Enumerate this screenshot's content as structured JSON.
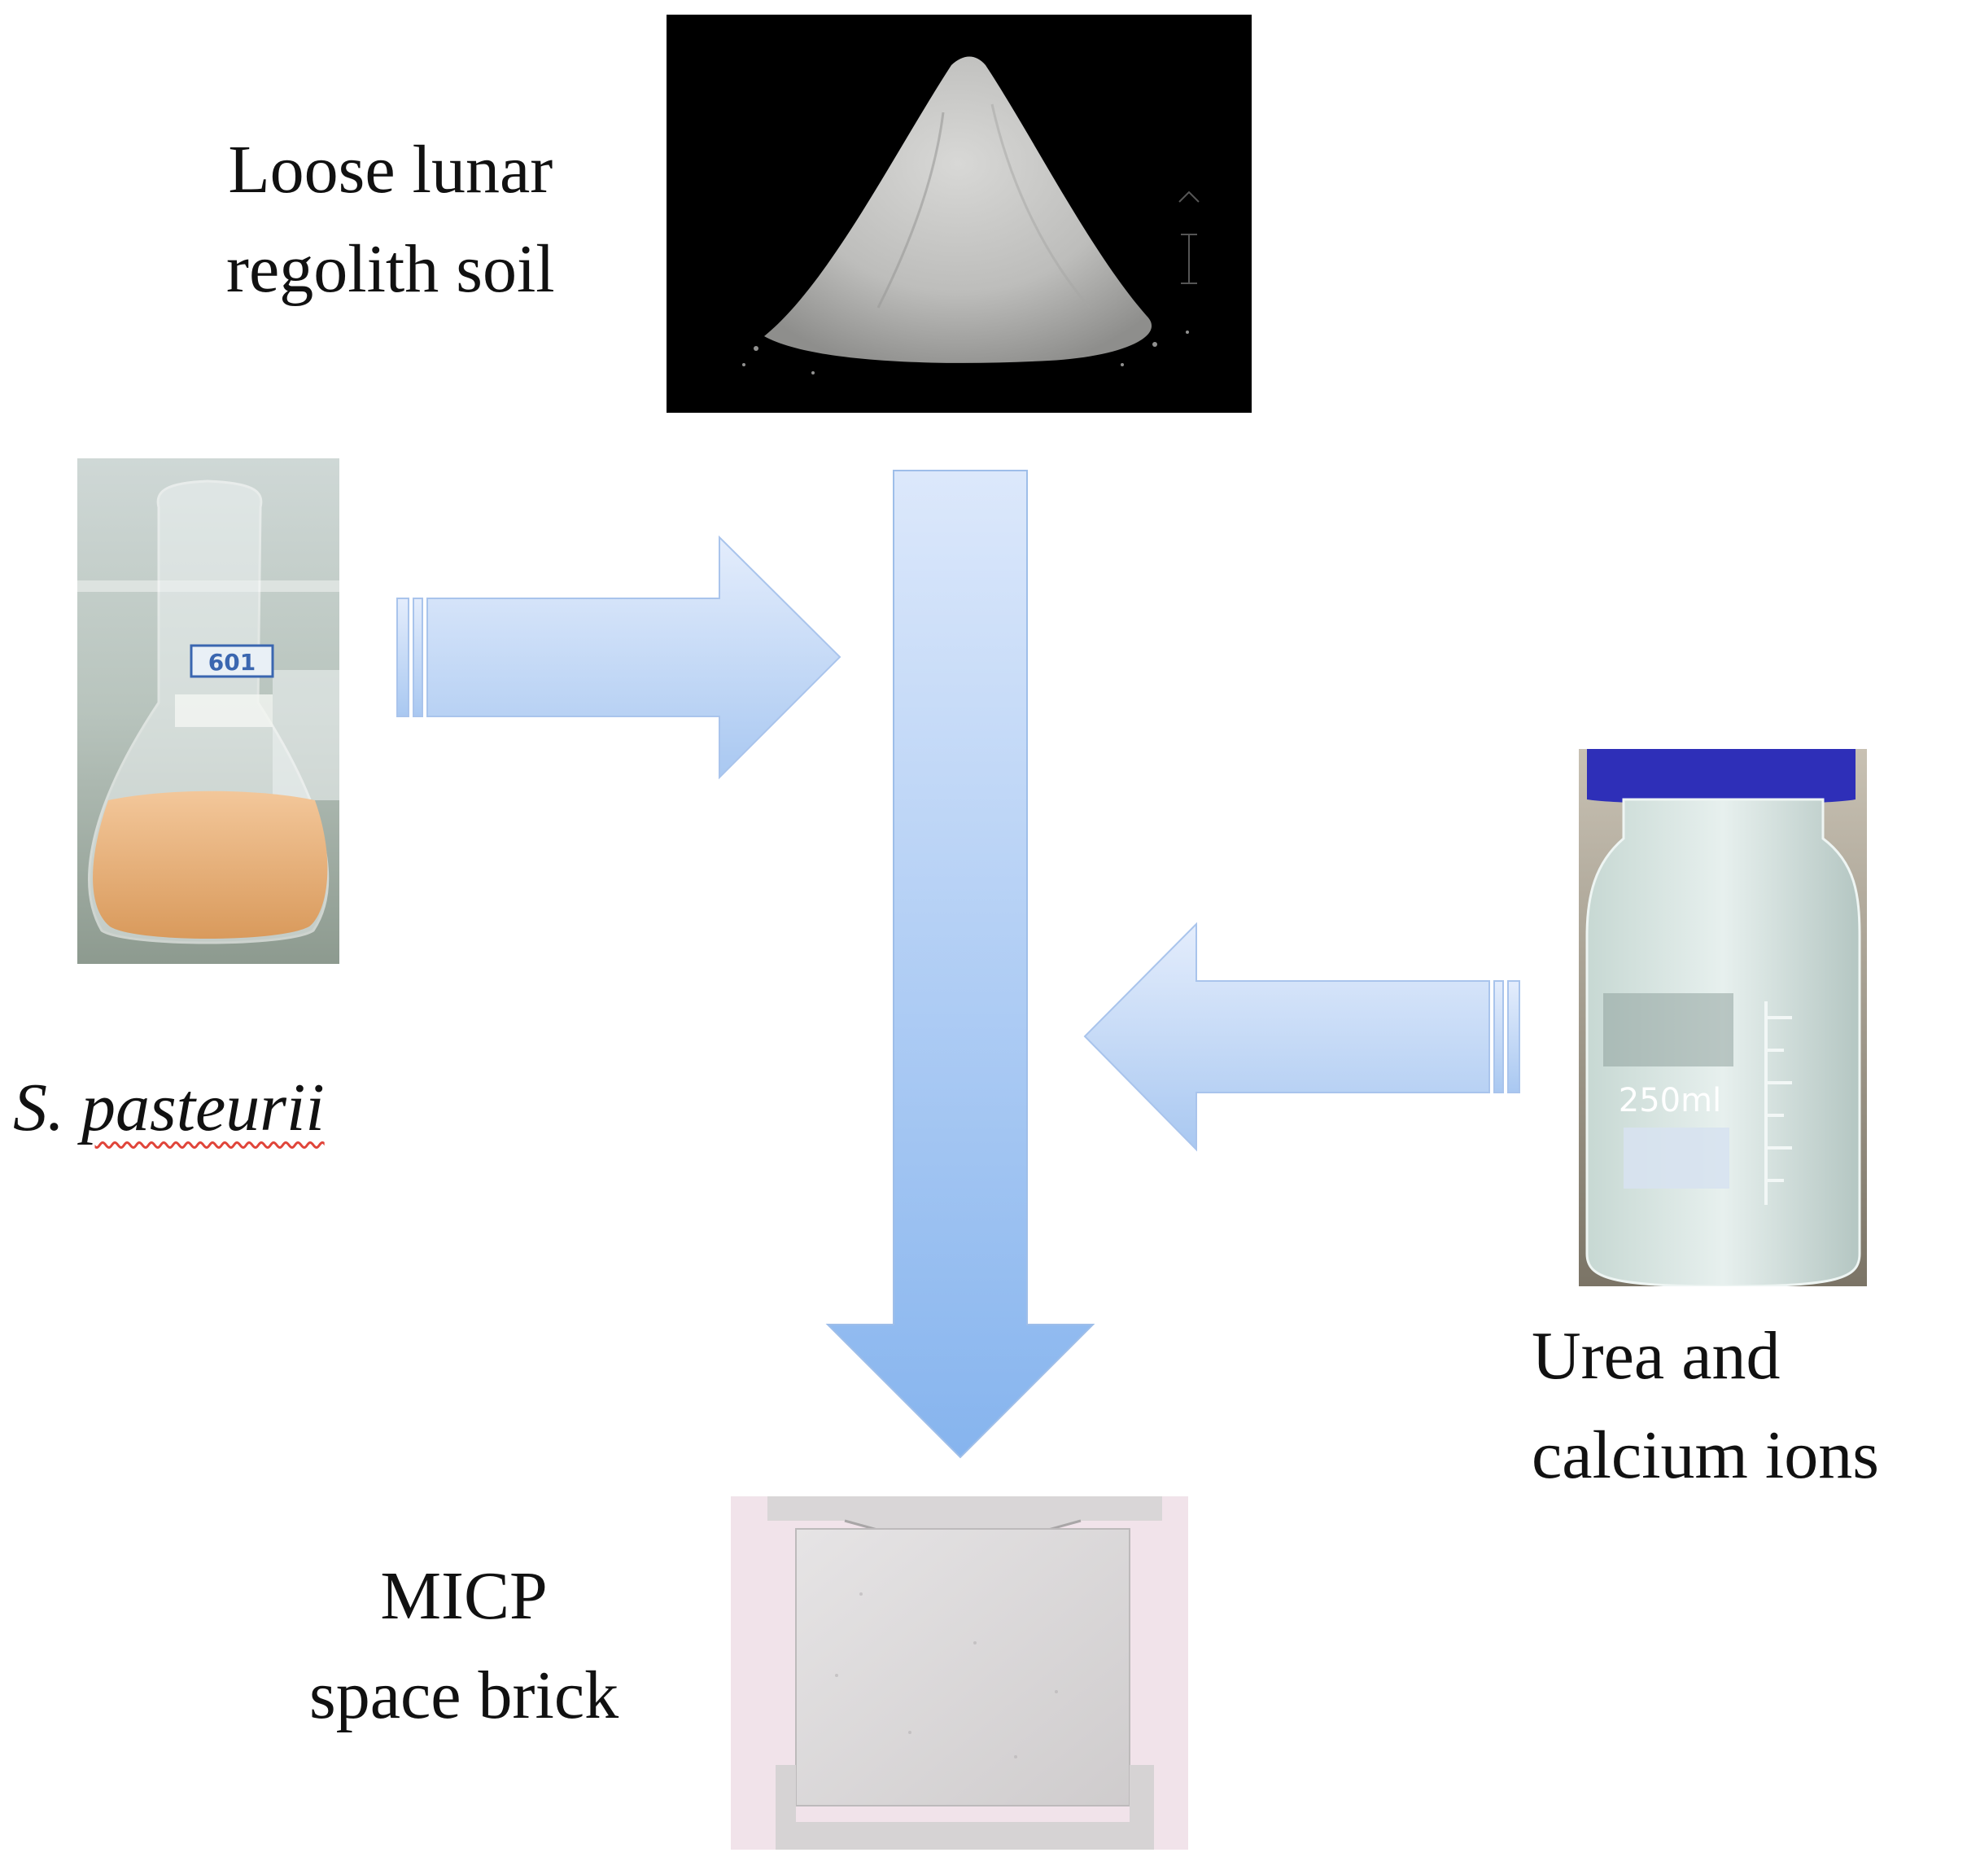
{
  "nodes": {
    "regolith": {
      "label_lines": [
        "Loose lunar",
        "regolith soil"
      ]
    },
    "bacteria": {
      "label_prefix": "S. ",
      "label_underlined": "pasteurii"
    },
    "reagents": {
      "label_lines": [
        "Urea and",
        "calcium ions"
      ],
      "bottle_text": "250ml"
    },
    "brick": {
      "label_lines": [
        "MICP",
        "space brick"
      ]
    },
    "flask_badge": "601"
  },
  "colors": {
    "arrow_light": "#dce8fb",
    "arrow_dark": "#86b4ee",
    "arrow_stroke": "#9ebee9"
  }
}
